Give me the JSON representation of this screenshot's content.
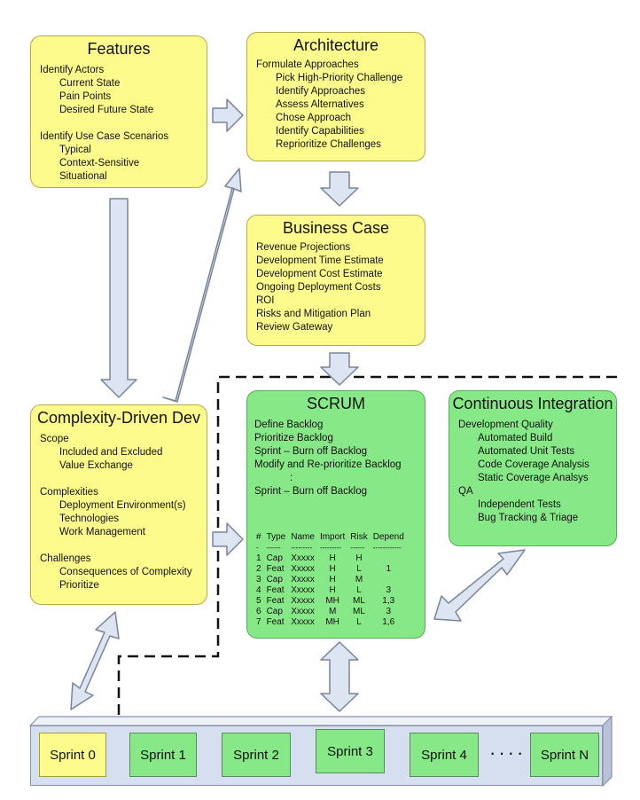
{
  "features": {
    "title": "Features",
    "lines": [
      "Identify Actors",
      "Current State",
      "Pain Points",
      "Desired Future State",
      "",
      "Identify Use Case Scenarios",
      "Typical",
      "Context-Sensitive",
      "Situational"
    ],
    "indent": [
      0,
      1,
      1,
      1,
      0,
      0,
      1,
      1,
      1
    ]
  },
  "architecture": {
    "title": "Architecture",
    "lines": [
      "Formulate Approaches",
      "Pick High-Priority Challenge",
      "Identify Approaches",
      "Assess Alternatives",
      "Chose Approach",
      "Identify Capabilities",
      "Reprioritize Challenges"
    ],
    "indent": [
      0,
      1,
      1,
      1,
      1,
      1,
      1
    ]
  },
  "business_case": {
    "title": "Business Case",
    "lines": [
      "Revenue Projections",
      "Development Time Estimate",
      "Development Cost Estimate",
      "Ongoing Deployment Costs",
      "ROI",
      "Risks and Mitigation Plan",
      "Review Gateway"
    ]
  },
  "complexity": {
    "title": "Complexity-Driven Dev",
    "lines": [
      "Scope",
      "Included and Excluded",
      "Value Exchange",
      "",
      "Complexities",
      "Deployment Environment(s)",
      "Technologies",
      "Work Management",
      "",
      "Challenges",
      "Consequences of Complexity",
      "Prioritize"
    ],
    "indent": [
      0,
      1,
      1,
      0,
      0,
      1,
      1,
      1,
      0,
      0,
      1,
      1
    ]
  },
  "scrum": {
    "title": "SCRUM",
    "lines": [
      "Define Backlog",
      "Prioritize Backlog",
      "Sprint – Burn off Backlog",
      "Modify and Re-prioritize Backlog",
      ":",
      "Sprint – Burn off Backlog"
    ],
    "table": {
      "headers": [
        "#",
        "Type",
        "Name",
        "Import",
        "Risk",
        "Depend"
      ],
      "dashes": [
        "-",
        "------",
        "---------",
        "---------",
        "------",
        "------------"
      ],
      "rows": [
        [
          "1",
          "Cap",
          "Xxxxx",
          "H",
          "H",
          ""
        ],
        [
          "2",
          "Feat",
          "Xxxxx",
          "H",
          "L",
          "1"
        ],
        [
          "3",
          "Cap",
          "Xxxxx",
          "H",
          "M",
          ""
        ],
        [
          "4",
          "Feat",
          "Xxxxx",
          "H",
          "L",
          "3"
        ],
        [
          "5",
          "Feat",
          "Xxxxx",
          "MH",
          "ML",
          "1,3"
        ],
        [
          "6",
          "Cap",
          "Xxxxx",
          "M",
          "ML",
          "3"
        ],
        [
          "7",
          "Feat",
          "Xxxxx",
          "MH",
          "L",
          "1,6"
        ]
      ]
    }
  },
  "ci": {
    "title": "Continuous Integration",
    "lines": [
      "Development Quality",
      "Automated Build",
      "Automated Unit Tests",
      "Code Coverage Analysis",
      "Static Coverage Analsys",
      "QA",
      "Independent Tests",
      "Bug Tracking & Triage"
    ],
    "indent": [
      0,
      1,
      1,
      1,
      1,
      0,
      1,
      1
    ]
  },
  "sprints": {
    "labels": [
      "Sprint 0",
      "Sprint 1",
      "Sprint 2",
      "Sprint 3",
      "Sprint 4",
      "Sprint N"
    ],
    "ellipsis": "····"
  },
  "colors": {
    "yellow": "#fdfb8c",
    "green": "#86e886",
    "arrow_fill": "#dde4f2",
    "arrow_stroke": "#7a8499",
    "strip": "#d6dff0"
  }
}
